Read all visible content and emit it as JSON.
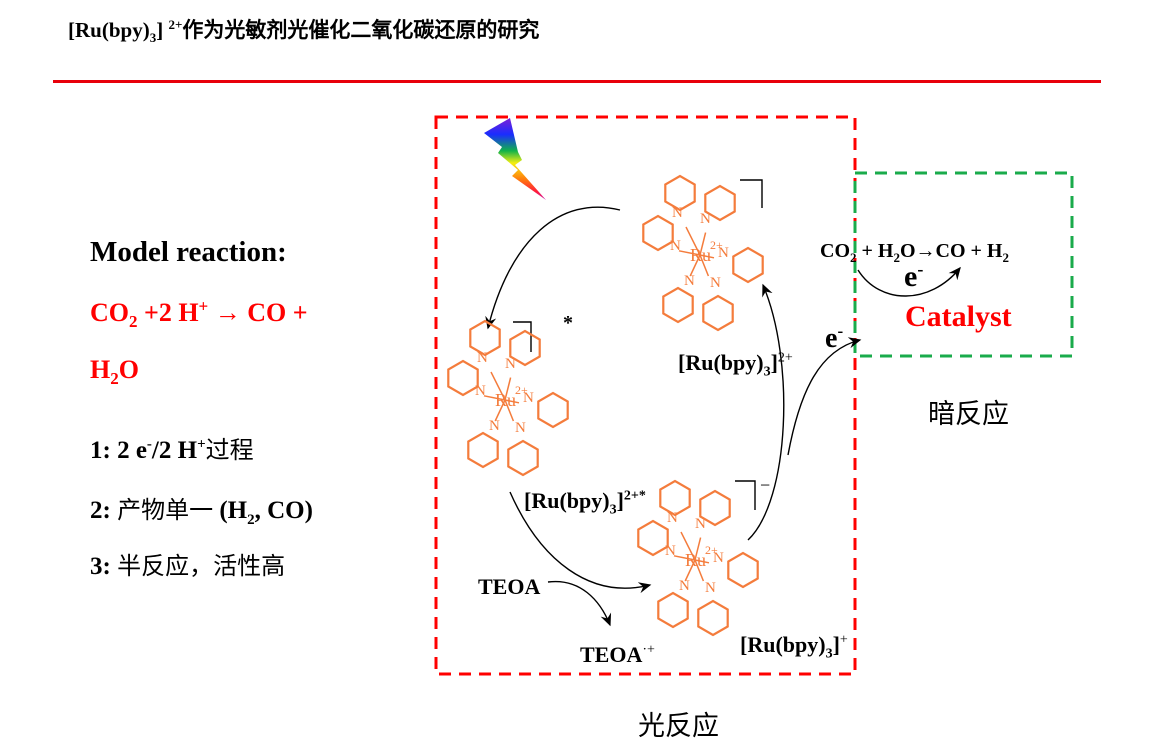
{
  "header": {
    "title_prefix": "[Ru(bpy)",
    "title_sub": "3",
    "title_bracket": "]",
    "title_sup": "2+",
    "title_rest": "作为光敏剂光催化二氧化碳还原的研究"
  },
  "left": {
    "model_title": "Model reaction:",
    "eq_line1_a": "CO",
    "eq_line1_sub": "2",
    "eq_line1_b": " +2 H",
    "eq_line1_sup": "+",
    "eq_line1_c": " → CO +",
    "eq_line2_a": "H",
    "eq_line2_sub": "2",
    "eq_line2_b": "O",
    "points": [
      {
        "num": "1: 2 e",
        "sup1": "-",
        "mid": "/2 H",
        "sup2": "+",
        "cn": "过程"
      },
      {
        "num": "2: ",
        "cn": "产物单一",
        "rest_a": " (H",
        "rest_sub": "2",
        "rest_b": ", CO)"
      },
      {
        "num": "3: ",
        "cn": "半反应，活性高"
      }
    ]
  },
  "diagram": {
    "ru_label": "Ru",
    "ru_charge": "2+",
    "n_label": "N",
    "star": "*",
    "minus": "−",
    "label_ground": {
      "a": "[Ru(bpy)",
      "sub": "3",
      "b": "]",
      "sup": "2+"
    },
    "label_excited": {
      "a": "[Ru(bpy)",
      "sub": "3",
      "b": "]",
      "sup": "2+*"
    },
    "label_reduced": {
      "a": "[Ru(bpy)",
      "sub": "3",
      "b": "]",
      "sup": "+"
    },
    "teoa": "TEOA",
    "teoa_ox": {
      "a": "TEOA",
      "sup": "·+"
    },
    "electron": {
      "a": "e",
      "sup": "-"
    },
    "dark_eq": {
      "a": "CO",
      "sub1": "2",
      "b": " + H",
      "sub2": "2",
      "c": "O→CO + H",
      "sub3": "2"
    },
    "catalyst": "Catalyst",
    "dark_reaction": "暗反应",
    "light_reaction": "光反应"
  },
  "colors": {
    "red": "#ff0000",
    "green": "#1aab4b",
    "orange": "#f47c3c"
  }
}
